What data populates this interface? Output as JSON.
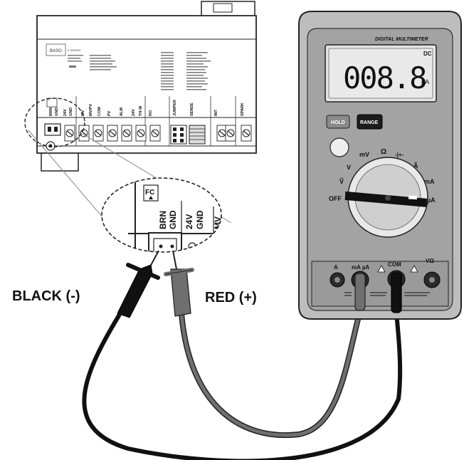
{
  "labels": {
    "black_lead": "BLACK (-)",
    "red_lead": "RED (+)"
  },
  "multimeter": {
    "brand": "DIGITAL MULTIMETER",
    "mode": "DC",
    "reading": "008.8",
    "unit": "µA",
    "hold_label": "HOLD",
    "range_label": "RANGE",
    "dial": {
      "off": "OFF",
      "v_ac": "Ṽ",
      "mv": "mV",
      "ohm": "Ω",
      "diode": "-|+-",
      "a_ac": "Ã",
      "ma": "mA",
      "ua": "µA",
      "v_dc": "V"
    },
    "jacks": {
      "a": "A",
      "ma_ua": "mA µA",
      "com": "COM",
      "v_ohm": "VΩ"
    }
  },
  "control_board": {
    "series": "E SERIES",
    "maker": "BASO",
    "terminals": [
      "BRN",
      "GND",
      "24V",
      "GND",
      "MV",
      "MV/PV",
      "COM",
      "PV",
      "ALM",
      "24V",
      "TH-W",
      "RO",
      "JUMPER",
      "SENSE",
      "INT",
      "SPARK"
    ],
    "zoom_fc_label": "FC",
    "zoom_terminals": [
      "BRN",
      "GND",
      "24V",
      "GND",
      "MV"
    ]
  },
  "colors": {
    "meter_body": "#bdbdbd",
    "meter_face": "#9e9e9e",
    "lcd": "#e4e4e4",
    "black_lead": "#111111",
    "red_lead_gray": "#6f6f6f"
  }
}
